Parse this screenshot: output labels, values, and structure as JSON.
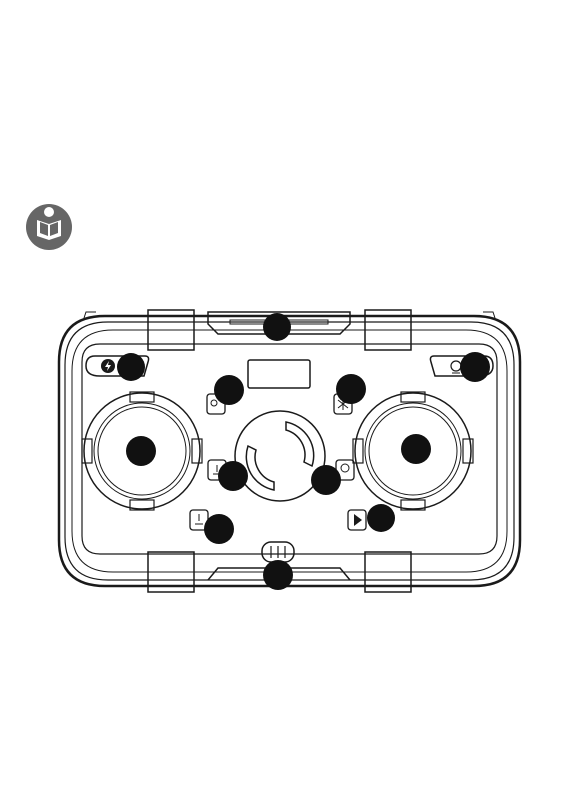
{
  "manual_icon": {
    "name": "read-manual-icon",
    "color": "#666666"
  },
  "controller": {
    "outline_color": "#1a1a1a",
    "callout_color": "#111111",
    "callouts": [
      {
        "name": "callout-top-antenna"
      },
      {
        "name": "callout-power-button"
      },
      {
        "name": "callout-return-button"
      },
      {
        "name": "callout-camera-button"
      },
      {
        "name": "callout-light-button"
      },
      {
        "name": "callout-left-joystick"
      },
      {
        "name": "callout-right-joystick"
      },
      {
        "name": "callout-takeoff-button"
      },
      {
        "name": "callout-gimbal-button"
      },
      {
        "name": "callout-landing-button"
      },
      {
        "name": "callout-play-button"
      },
      {
        "name": "callout-bottom-switch"
      }
    ]
  }
}
